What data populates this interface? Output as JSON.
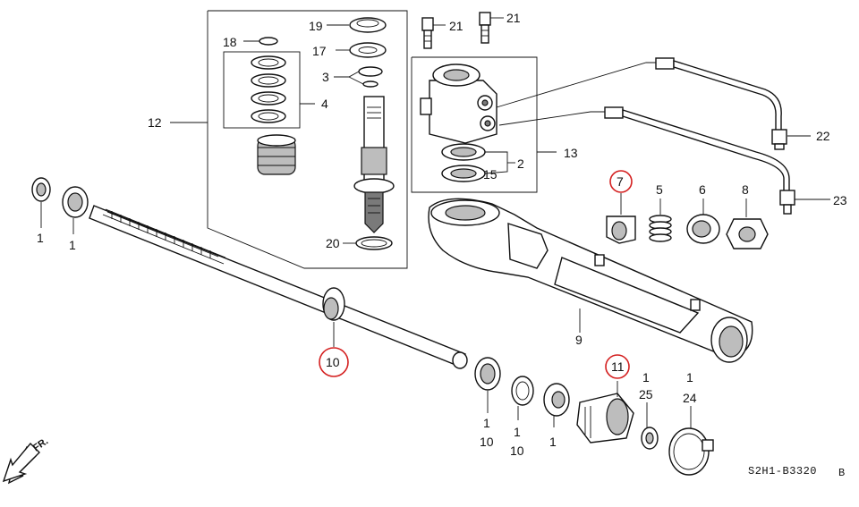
{
  "labels": {
    "p1a": "1",
    "p1b": "1",
    "p2": "2",
    "p3": "3",
    "p4": "4",
    "p5": "5",
    "p6": "6",
    "p7": "7",
    "p8": "8",
    "p9": "9",
    "p10a": "10",
    "p11": "11",
    "p12": "12",
    "p13": "13",
    "p15": "15",
    "p17": "17",
    "p18": "18",
    "p19": "19",
    "p20": "20",
    "p21a": "21",
    "p21b": "21",
    "p22": "22",
    "p23": "23",
    "b1_top": "1",
    "b1_bot": "10",
    "b2_top": "1",
    "b2_bot": "10",
    "b3": "1",
    "b4_top": "1",
    "b4_bot": "25",
    "b5_top": "1",
    "b5_bot": "24"
  },
  "diagram_code": "S2H1-B3320",
  "diagram_code_suffix": "B",
  "direction_label": "FR.",
  "highlight_color": "#d42020"
}
